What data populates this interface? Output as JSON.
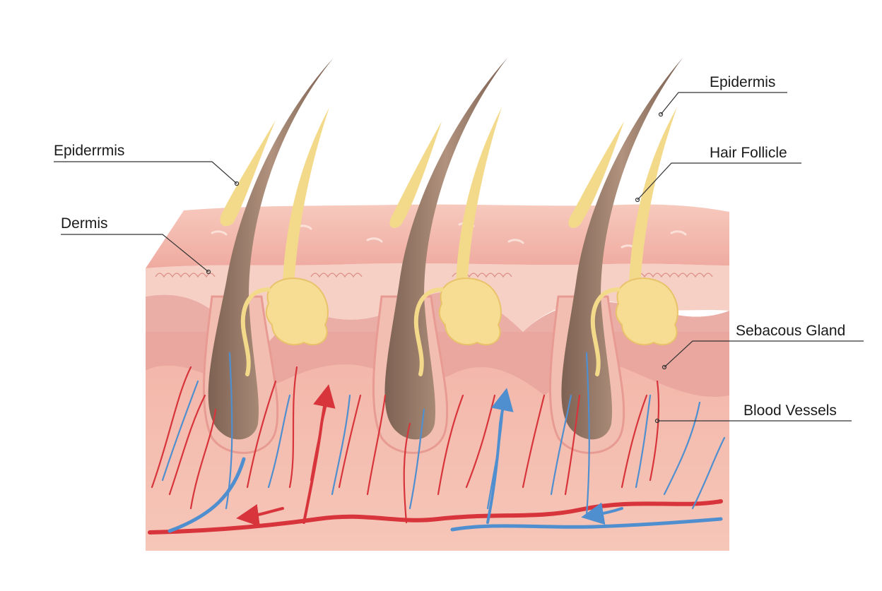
{
  "labels": {
    "left_top": "Epiderrmis",
    "left_bottom": "Dermis",
    "right_1": "Epidermis",
    "right_2": "Hair Follicle",
    "right_3": "Sebacous Gland",
    "right_4": "Blood Vessels"
  },
  "colors": {
    "skin_surface": "#f4b8ad",
    "epidermis_band": "#f7cfc4",
    "dermis": "#eaa59c",
    "hypodermis": "#f6c1b3",
    "hair_shaft": "#9c7d6b",
    "vellus_hair": "#f3d98a",
    "sebaceous_gland": "#f7dd94",
    "artery": "#d8343b",
    "vein": "#4f8fcf",
    "leader_line": "#333333"
  }
}
